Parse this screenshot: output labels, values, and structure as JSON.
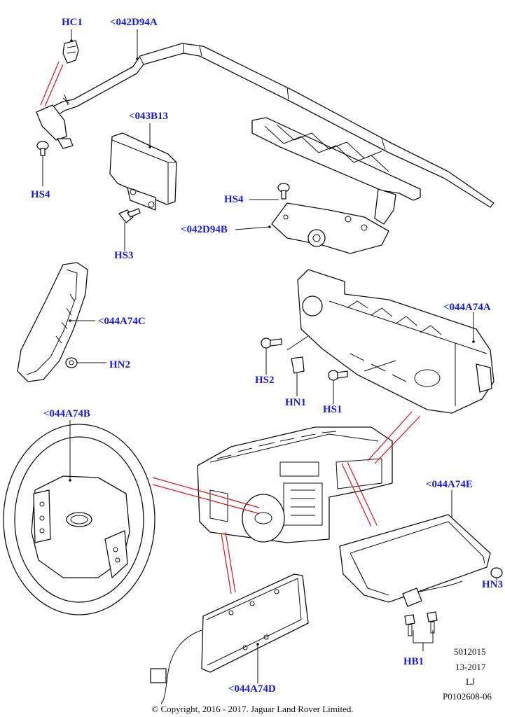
{
  "callouts": {
    "hc1": "HC1",
    "p042d94a": "<042D94A",
    "p043b13": "<043B13",
    "hs4_left": "HS4",
    "hs4_right": "HS4",
    "p042d94b": "<042D94B",
    "hs3": "HS3",
    "p044a74c": "<044A74C",
    "hn2": "HN2",
    "p044a74a": "<044A74A",
    "hs2": "HS2",
    "hn1": "HN1",
    "hs1": "HS1",
    "p044a74b": "<044A74B",
    "p044a74e": "<044A74E",
    "hn3": "HN3",
    "hb1": "HB1",
    "p044a74d": "<044A74D"
  },
  "meta": {
    "line1": "5012015",
    "line2": "13-2017",
    "line3": "LJ",
    "line4": "P0102608-06"
  },
  "copyright": "© Copyright, 2016 - 2017. Jaguar Land Rover Limited.",
  "colors": {
    "callout": "#1a1adb",
    "leader_red": "#e0101a",
    "line": "#111111"
  }
}
